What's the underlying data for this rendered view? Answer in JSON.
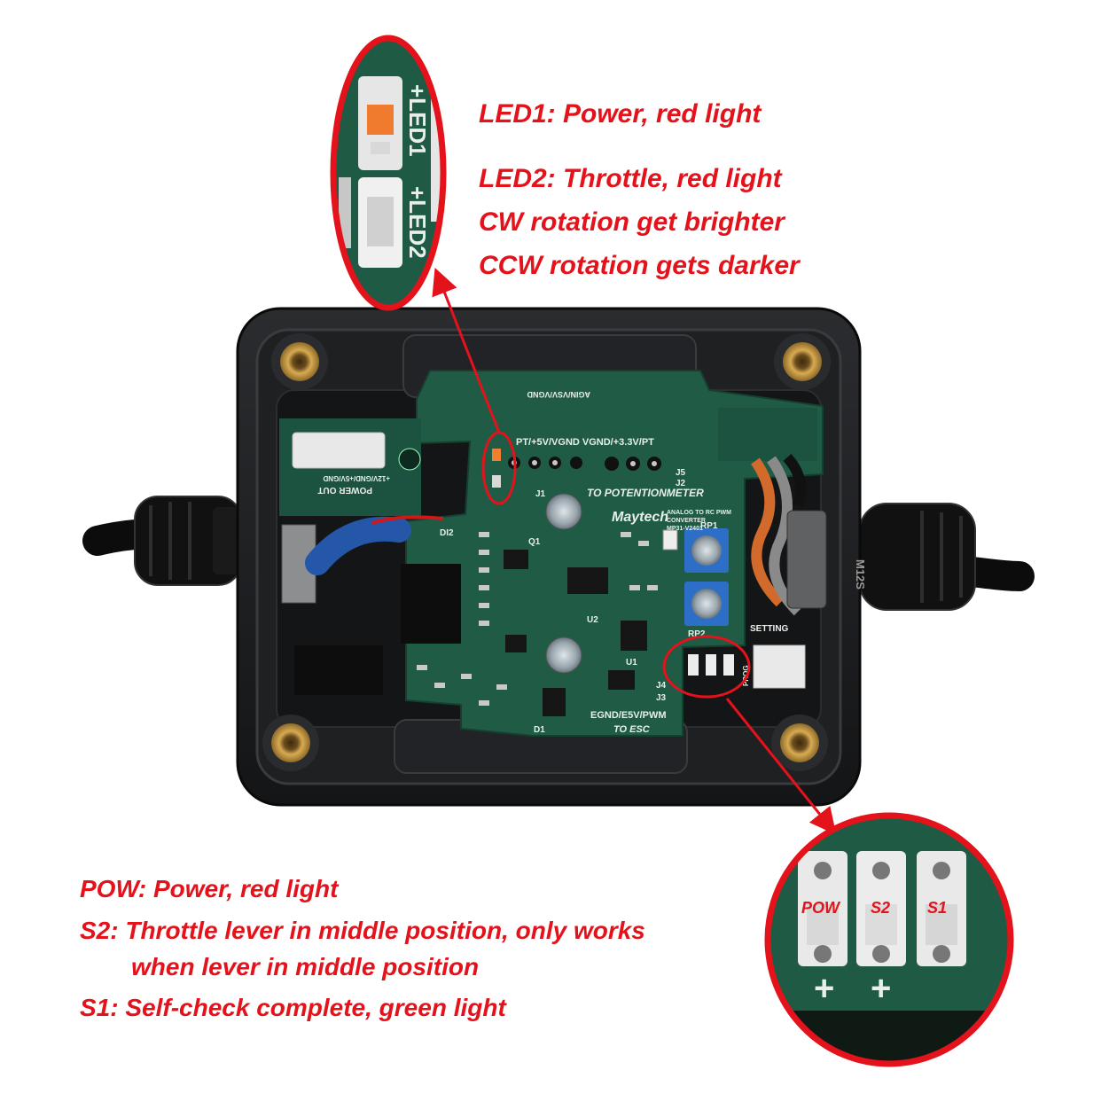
{
  "annotations": {
    "led1": "LED1: Power, red light",
    "led2_line1": "LED2: Throttle, red light",
    "led2_line2": "CW rotation get brighter",
    "led2_line3": "CCW rotation gets darker",
    "pow": "POW: Power, red light",
    "s2_line1": "S2: Throttle lever in middle position, only works",
    "s2_line2": "when lever in middle position",
    "s1": "S1: Self-check complete, green light"
  },
  "zoom_top": {
    "silk_led1": "+LED1",
    "silk_led2": "+LED2"
  },
  "zoom_bottom": {
    "label_pow": "POW",
    "label_s2": "S2",
    "label_s1": "S1",
    "plus": "+"
  },
  "board": {
    "header_top": "PT/+5V/VGND VGND/+3.3V/PT",
    "header_small": "AGIN/VSV/VGND",
    "to_potentiometer": "TO POTENTIONMETER",
    "brand": "Maytech",
    "product_line1": "ANALOG TO RC PWM",
    "product_line2": "CONVERTER",
    "model": "MP31-V2401",
    "power_in": "POWER OUT",
    "power_range": "+12V/GND/+5V/GND",
    "esc_header": "EGND/E5V/PWM",
    "to_esc": "TO ESC",
    "rp1": "RP1",
    "rp2": "RP2",
    "u1": "U1",
    "u2": "U2",
    "j1": "J1",
    "j2": "J2",
    "j3": "J3",
    "j4": "J4",
    "j5": "J5",
    "q1": "Q1",
    "d1": "D1",
    "di2": "DI2",
    "setting": "SETTING",
    "prog": "PROG",
    "gland": "M12S"
  },
  "colors": {
    "accent_red": "#e3121b",
    "pcb_green": "#1f5b45",
    "enclosure": "#1c1d1f",
    "brass": "#c99a3f",
    "pot_blue": "#2d6fc7"
  }
}
